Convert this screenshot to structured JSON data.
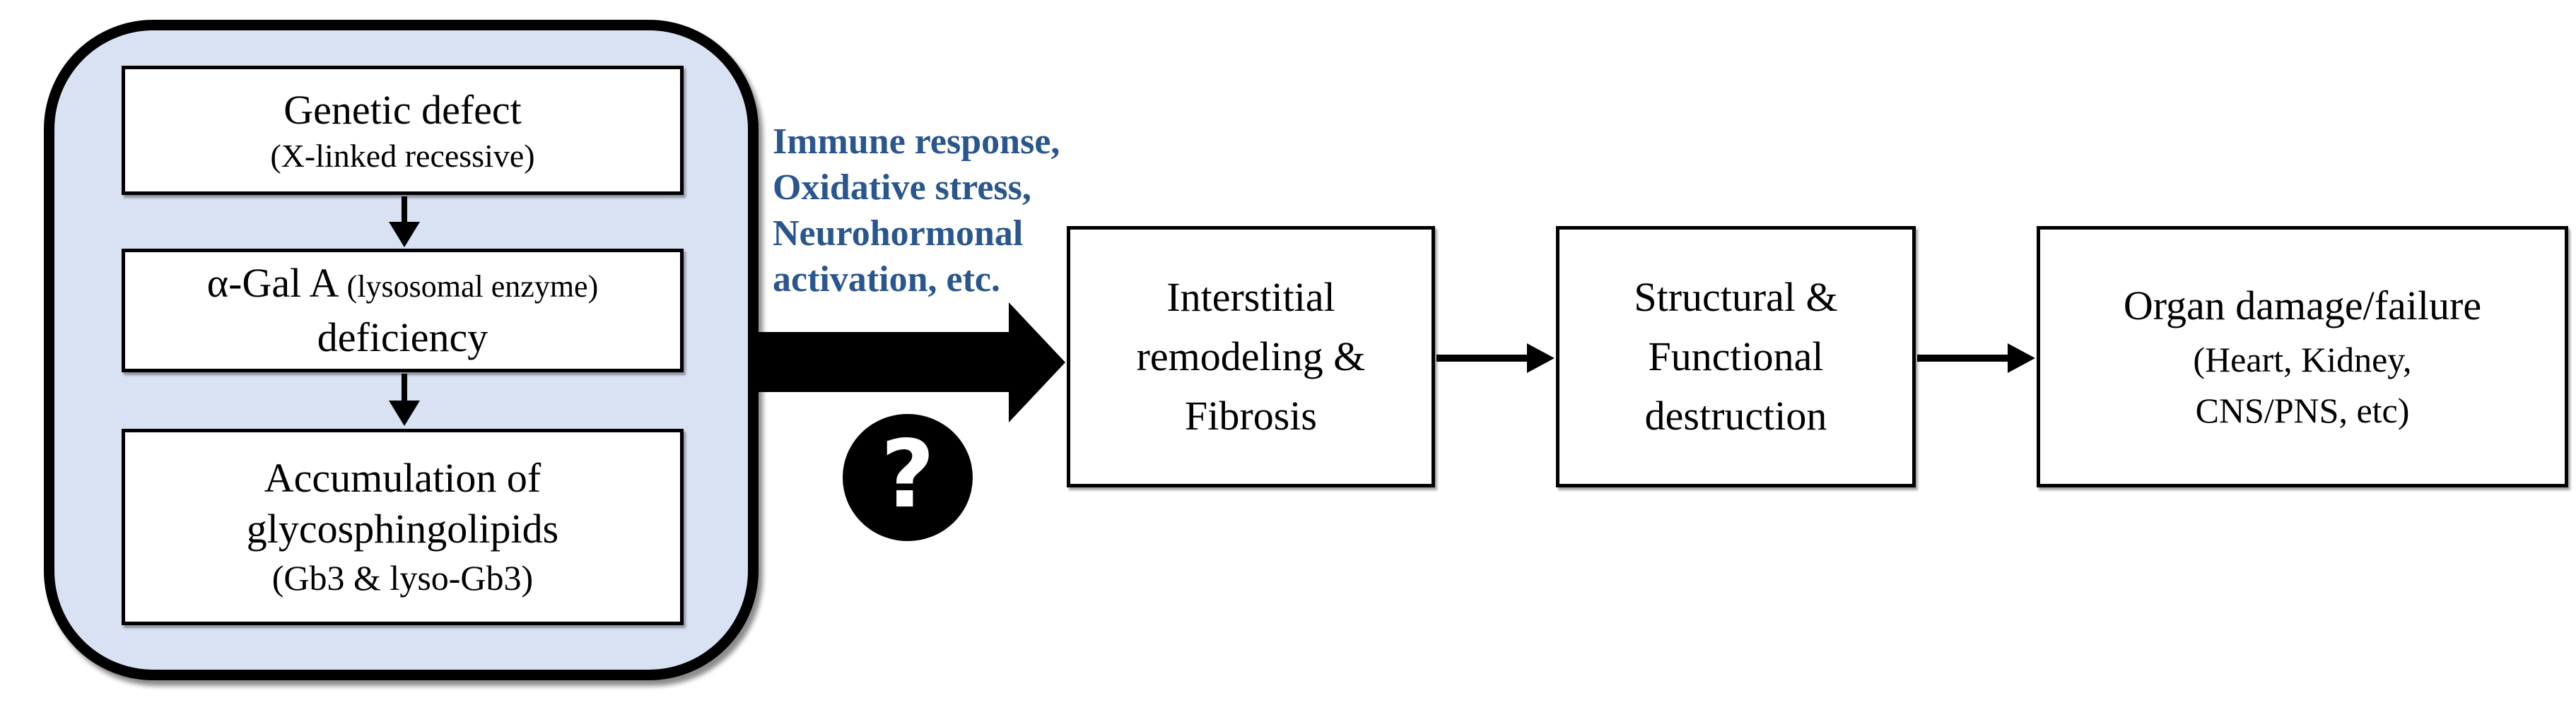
{
  "colors": {
    "panel_fill": "#D9E2F3",
    "outline": "#000000",
    "box_fill": "#FFFFFF",
    "mediator_text": "#2A5690",
    "question_badge_bg": "#000000",
    "question_badge_fg": "#FFFFFF"
  },
  "pathogenesis_panel": {
    "genetic_defect_box": {
      "title": "Genetic defect",
      "subtitle": "(X-linked recessive)"
    },
    "enzyme_box": {
      "enzyme": "α-Gal A ",
      "enzyme_note": "(lysosomal enzyme)",
      "deficiency": "deficiency"
    },
    "accumulation_box": {
      "line1": "Accumulation of",
      "line2": "glycosphingolipids",
      "subtitle": "(Gb3 & lyso-Gb3)"
    }
  },
  "mediators": {
    "line1": "Immune response,",
    "line2": "Oxidative stress,",
    "line3": "Neurohormonal",
    "line4": "activation, etc."
  },
  "uncertainty_marker": "?",
  "outcome_boxes": {
    "fibrosis": {
      "line1": "Interstitial",
      "line2": "remodeling &",
      "line3": "Fibrosis"
    },
    "destruction": {
      "line1": "Structural &",
      "line2": "Functional",
      "line3": "destruction"
    },
    "organ": {
      "line1": "Organ damage/failure",
      "line2": "(Heart, Kidney,",
      "line3": "CNS/PNS, etc)"
    }
  }
}
